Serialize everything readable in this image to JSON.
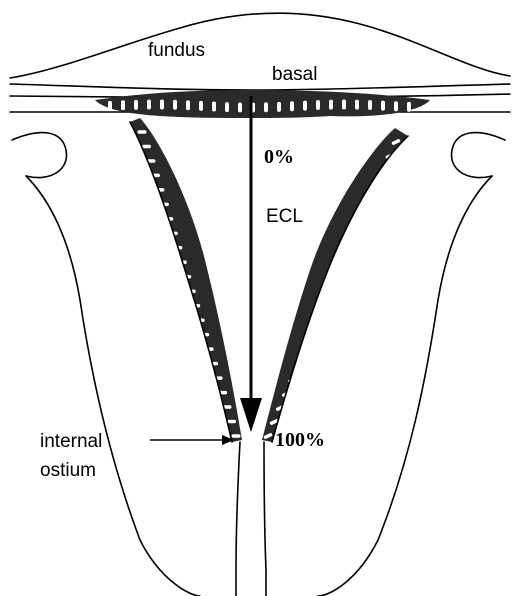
{
  "labels": {
    "fundus": "fundus",
    "basal": "basal",
    "zero": "0%",
    "ecl": "ECL",
    "hundred": "100%",
    "internal_line1": "internal",
    "internal_line2": "ostium"
  },
  "colors": {
    "ink": "#000000",
    "endometrium": "#2a2a2a",
    "background": "#ffffff"
  }
}
